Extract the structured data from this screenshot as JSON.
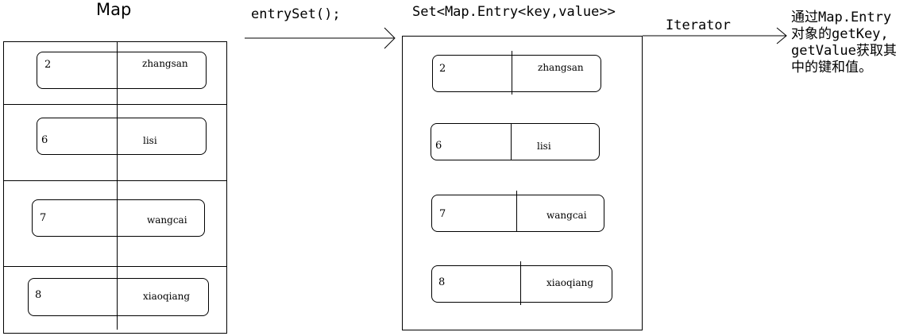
{
  "map": {
    "title": "Map",
    "rows": [
      {
        "key": "2",
        "value": "zhangsan"
      },
      {
        "key": "6",
        "value": "lisi"
      },
      {
        "key": "7",
        "value": "wangcai"
      },
      {
        "key": "8",
        "value": "xiaoqiang"
      }
    ]
  },
  "method_label": "entrySet();",
  "set": {
    "title": "Set<Map.Entry<key,value>>",
    "rows": [
      {
        "key": "2",
        "value": "zhangsan"
      },
      {
        "key": "6",
        "value": "lisi"
      },
      {
        "key": "7",
        "value": "wangcai"
      },
      {
        "key": "8",
        "value": "xiaoqiang"
      }
    ]
  },
  "iterator_label": "Iterator",
  "note": {
    "line1": "通过Map.Entry",
    "line2": "对象的getKey,",
    "line3": "getValue获取其",
    "line4": "中的键和值。"
  }
}
